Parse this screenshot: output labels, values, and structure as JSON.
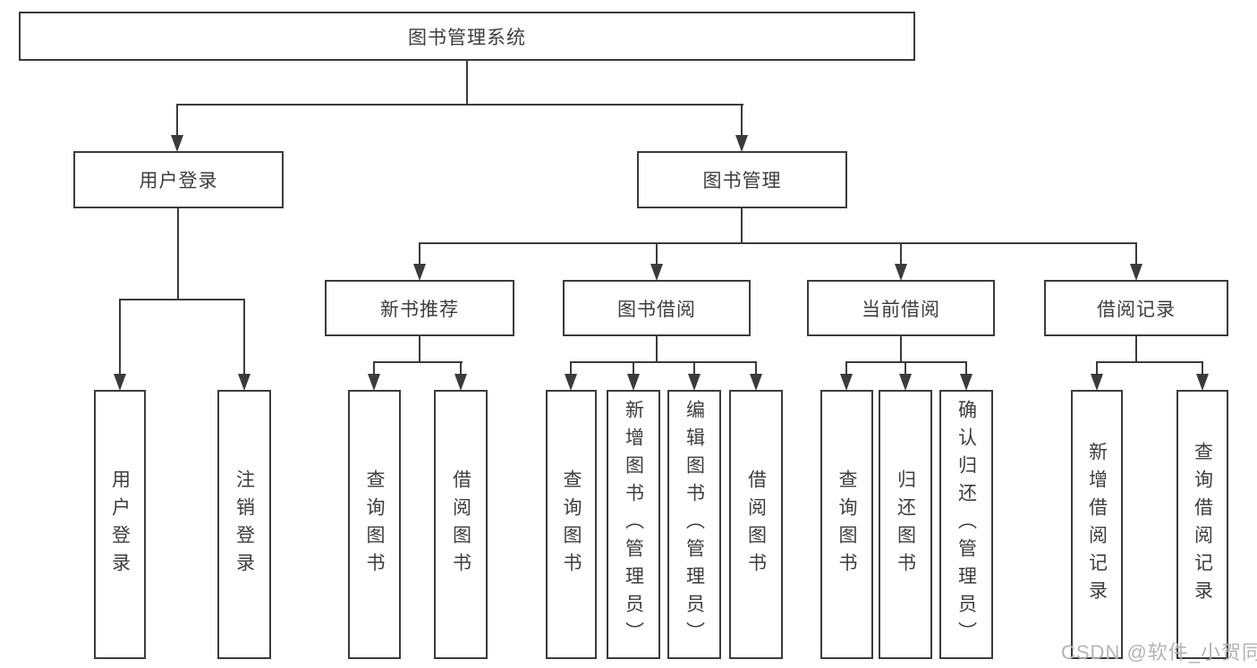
{
  "diagram": {
    "root": "图书管理系统",
    "branches": [
      {
        "label": "用户登录",
        "children": [
          "用户登录",
          "注销登录"
        ]
      },
      {
        "label": "图书管理",
        "groups": [
          {
            "label": "新书推荐",
            "children": [
              "查询图书",
              "借阅图书"
            ]
          },
          {
            "label": "图书借阅",
            "children": [
              "查询图书",
              "新增图书（管理员）",
              "编辑图书（管理员）",
              "借阅图书"
            ]
          },
          {
            "label": "当前借阅",
            "children": [
              "查询图书",
              "归还图书",
              "确认归还（管理员）"
            ]
          },
          {
            "label": "借阅记录",
            "children": [
              "新增借阅记录",
              "查询借阅记录"
            ]
          }
        ]
      }
    ],
    "line_color": "#3b3b3b",
    "text_color": "#3d3d3d"
  },
  "watermark": "CSDN @软件_小贺同学"
}
